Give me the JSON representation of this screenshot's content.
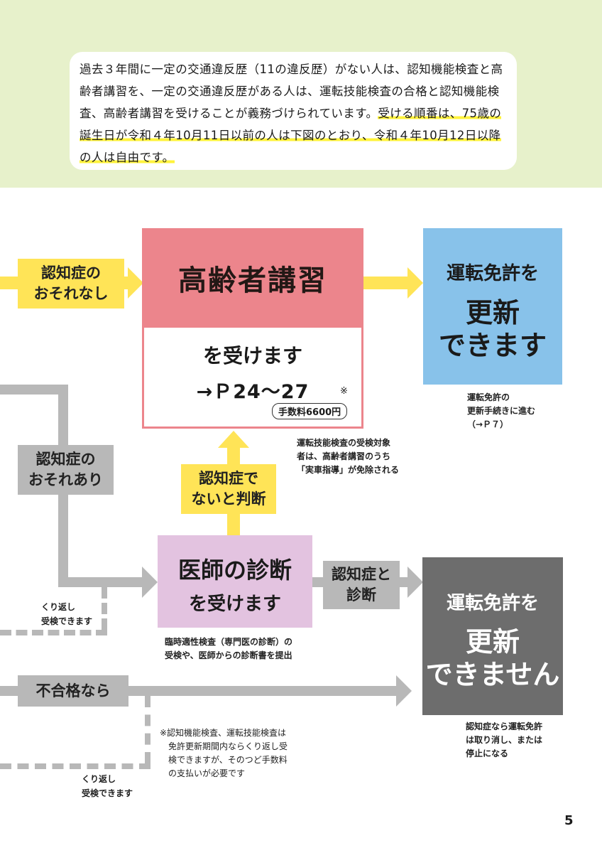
{
  "intro": {
    "part1": "過去３年間に一定の交通違反歴（11の違反歴）がない人は、認知機能検査と高齢者講習を、一定の交通違反歴がある人は、運転技能検査の合格と認知機能検査、高齢者講習を受けることが義務づけられています。",
    "part2": "受ける順番は、75歳の誕生日が令和４年10月11日以前の人は下図のとおり、令和４年10月12日以降の人は自由です。"
  },
  "flow": {
    "no_risk_label": "認知症の\nおそれなし",
    "risk_label": "認知症の\nおそれあり",
    "not_dementia_label": "認知症で\nないと判断",
    "diagnosed_label": "認知症と\n診断",
    "fail_label": "不合格なら",
    "retry_label_1": "くり返し\n受検できます",
    "retry_label_2": "くり返し\n受検できます"
  },
  "lecture": {
    "title": "高齢者講習",
    "receive": "を受けます",
    "pageref": "→Ｐ24～27",
    "asterisk": "※",
    "fee": "手数料6600円",
    "note": "運転技能検査の受検対象\n者は、高齢者講習のうち\n「実車指導」が免除される"
  },
  "renew_ok": {
    "line1": "運転免許を",
    "line2": "更新",
    "line3": "できます",
    "note": "運転免許の\n更新手続きに進む\n（→Ｐ７）"
  },
  "doctor": {
    "title": "医師の診断",
    "receive": "を受けます",
    "note": "臨時適性検査（専門医の診断）の\n受検や、医師からの診断書を提出"
  },
  "renew_ng": {
    "line1": "運転免許を",
    "line2": "更新",
    "line3": "できません",
    "note": "認知症なら運転免許\nは取り消し、または\n停止になる"
  },
  "footnote": "※認知機能検査、運転技能検査は\n　免許更新期間内ならくり返し受\n　検できますが、そのつど手数料\n　の支払いが必要です",
  "page_number": "5",
  "colors": {
    "band": "#e7f1cb",
    "highlight": "#fff33b",
    "yellow": "#ffe457",
    "grey": "#b8b8b8",
    "pink": "#ec858c",
    "blue": "#88c2ea",
    "lavender": "#e3c3e0",
    "dark_grey": "#6d6d6d"
  }
}
